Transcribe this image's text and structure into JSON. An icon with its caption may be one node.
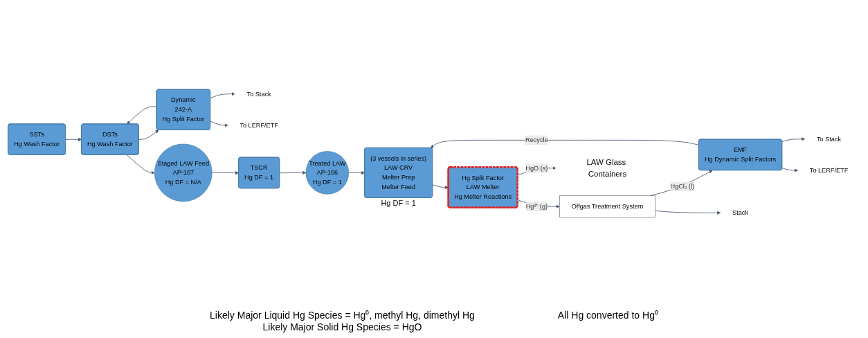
{
  "diagram": {
    "nodes": [
      {
        "text": [
          "SSTs",
          "Hg Wash Factor"
        ]
      },
      {
        "text": [
          "DSTs",
          "Hg Wash Factor"
        ]
      },
      {
        "text": [
          "Dynamic",
          "242-A",
          "Hg Split Factor"
        ]
      },
      {
        "text": [
          "To Stack"
        ]
      },
      {
        "text": [
          "To LERF/ETF"
        ]
      },
      {
        "text": [
          "Staged LAW Feed",
          "AP-107",
          "Hg DF = N/A"
        ]
      },
      {
        "text": [
          "TSCR",
          "Hg DF = 1"
        ]
      },
      {
        "text": [
          "Treated LAW",
          "AP-106",
          "Hg DF = 1"
        ]
      },
      {
        "text": [
          "(3 vessels in series)",
          "LAW CRV",
          "Melter Prep",
          "Melter Feed"
        ],
        "beside": [
          "Hg DF = 1"
        ]
      },
      {
        "text": [
          "EMF",
          "Hg Dynamic Split Factors"
        ]
      },
      {
        "text": [
          "To Stack"
        ]
      },
      {
        "text": [
          "To LERF/ETF"
        ]
      },
      {
        "text": [
          "Hg Split Factor",
          "LAW Melter",
          "Hg Melter Reactions"
        ]
      },
      {
        "text": [
          "Offgas Treatment System"
        ]
      },
      {
        "text": [
          "Stack"
        ]
      },
      {
        "text": [
          "LAW Glass Containers"
        ]
      }
    ],
    "edges": [
      {
        "from": 0,
        "to": 1,
        "arrow": "to"
      },
      {
        "from": 1,
        "to": 5,
        "arrow": "to"
      },
      {
        "from": 5,
        "to": 6,
        "arrow": "to"
      },
      {
        "from": 6,
        "to": 7,
        "arrow": "to"
      },
      {
        "from": 7,
        "to": 8,
        "arrow": "to"
      },
      {
        "from": 1,
        "to": 2,
        "arrow": "to"
      },
      {
        "from": 2,
        "to": 3,
        "arrow": "to"
      },
      {
        "from": 2,
        "to": 4,
        "arrow": "to"
      },
      {
        "from": 2,
        "to": 1,
        "arrow": "to"
      },
      {
        "from": 8,
        "to": 12,
        "arrow": "to"
      },
      {
        "from": 9,
        "to": 8,
        "arrow": "to",
        "label": "Recycle"
      },
      {
        "from": 9,
        "to": 10,
        "arrow": "to"
      },
      {
        "from": 9,
        "to": 11,
        "arrow": "to"
      },
      {
        "from": 12,
        "to": 13,
        "arrow": "to",
        "label": "Hg²⁺ (g)"
      },
      {
        "from": 13,
        "to": 9,
        "arrow": "to",
        "label": "HgCl₂ (l)"
      },
      {
        "from": 13,
        "to": 14,
        "arrow": "to"
      },
      {
        "from": 12,
        "to": 15,
        "arrow": "to",
        "label": "HgO (s)"
      }
    ],
    "labels": [
      "Likely Major Liquid Hg Species = Hg⁰, methyl Hg, dimethyl Hg",
      "Likely Major Solid Hg Species = HgO",
      "All Hg converted to Hg⁰"
    ]
  }
}
